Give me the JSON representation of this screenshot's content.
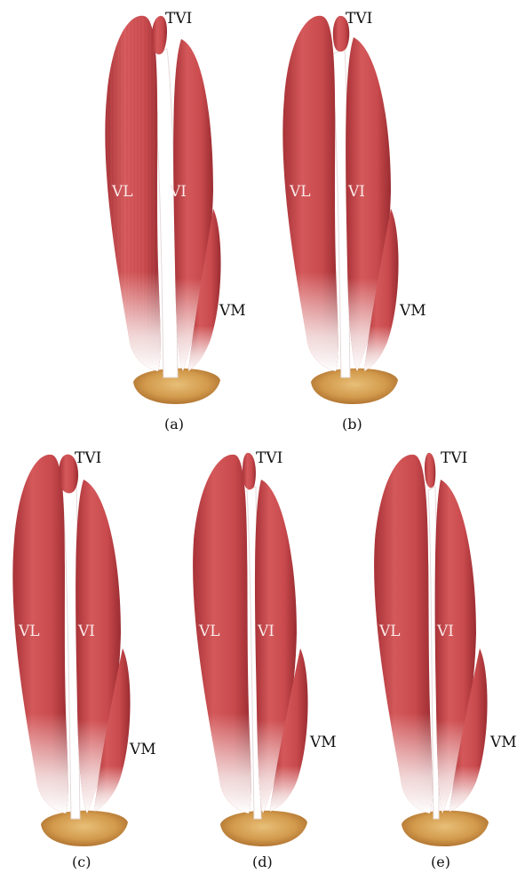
{
  "colors": {
    "muscle": "#c8484a",
    "muscle_light": "#e07a78",
    "muscle_dark": "#9f2f33",
    "tendon": "#ffffff",
    "patella": "#d7a254",
    "patella_dark": "#a66a28"
  },
  "panels": [
    {
      "caption": "(a)",
      "labels": {
        "tvi": "TVI",
        "vl": "VL",
        "vi": "VI",
        "vm": "VM"
      }
    },
    {
      "caption": "(b)",
      "labels": {
        "tvi": "TVI",
        "vl": "VL",
        "vi": "VI",
        "vm": "VM"
      }
    },
    {
      "caption": "(c)",
      "labels": {
        "tvi": "TVI",
        "vl": "VL",
        "vi": "VI",
        "vm": "VM"
      }
    },
    {
      "caption": "(d)",
      "labels": {
        "tvi": "TVI",
        "vl": "VL",
        "vi": "VI",
        "vm": "VM"
      }
    },
    {
      "caption": "(e)",
      "labels": {
        "tvi": "TVI",
        "vl": "VL",
        "vi": "VI",
        "vm": "VM"
      }
    }
  ]
}
